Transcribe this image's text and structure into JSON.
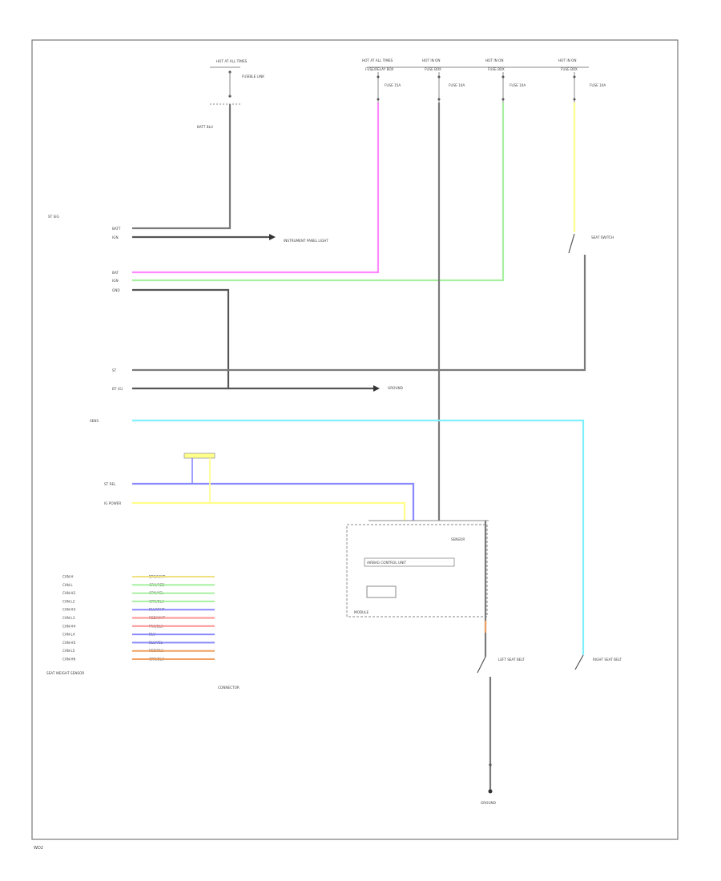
{
  "diagram": {
    "footer_code": "WD2",
    "colors": {
      "border": "#555555",
      "pink": "#ff88ff",
      "green": "#a8f0a0",
      "yellow": "#ffff8a",
      "cyan": "#80f0ff",
      "blue": "#8888ff",
      "orange": "#f0a060",
      "red": "#ff9090",
      "black": "#777777"
    },
    "fuse_boxes": [
      {
        "id": "f1",
        "head": "HOT AT ALL TIMES",
        "sub": "FUSE/RELAY BOX",
        "desc": "FUSE 15A"
      },
      {
        "id": "f2",
        "head": "HOT IN ON",
        "sub": "FUSE BOX",
        "desc": "FUSE 10A"
      },
      {
        "id": "f3",
        "head": "HOT IN ON",
        "sub": "FUSE BOX",
        "desc": "FUSE 10A"
      },
      {
        "id": "f4",
        "head": "HOT IN ON",
        "sub": "FUSE BOX",
        "desc": "FUSE 10A"
      }
    ],
    "top_left_block": {
      "head": "HOT AT ALL TIMES",
      "desc": "FUSIBLE LINK",
      "wire": "BATT BLU"
    },
    "left_connector_labels": [
      "BATT",
      "IGN",
      "BAT",
      "IGN",
      "GND",
      "ST",
      "BT (G)",
      "SENS",
      "ST REL",
      "IG POWER",
      "ST SIG"
    ],
    "right_notes": {
      "seat_switch": "SEAT SWITCH",
      "ground_point": "GROUND",
      "instrument_panel": "INSTRUMENT PANEL LIGHT"
    },
    "center_module": {
      "title": "AIRBAG CONTROL UNIT",
      "sub": "MODULE",
      "label": "SENSOR"
    },
    "input_list": [
      {
        "label": "CAN-H",
        "wire": "BRN/WHT"
      },
      {
        "label": "CAN-L",
        "wire": "GRN/RED"
      },
      {
        "label": "CAN-H2",
        "wire": "GRN/YEL"
      },
      {
        "label": "CAN-L2",
        "wire": "GRN/BLU"
      },
      {
        "label": "CAN-H3",
        "wire": "BLU/WHT"
      },
      {
        "label": "CAN-L3",
        "wire": "RED/WHT"
      },
      {
        "label": "CAN-H4",
        "wire": "PNK/BLK"
      },
      {
        "label": "CAN-L4",
        "wire": "BLU"
      },
      {
        "label": "CAN-H5",
        "wire": "BLU/YEL"
      },
      {
        "label": "CAN-L5",
        "wire": "RED/BLU"
      },
      {
        "label": "CAN-H6",
        "wire": "ORN/BLK"
      }
    ],
    "bottom_left_note": "SEAT WEIGHT SENSOR",
    "bottom_center_note": "CONNECTOR",
    "bottom_right_notes": {
      "left": "LEFT SEAT BELT",
      "right": "RIGHT SEAT BELT",
      "ground": "GROUND"
    }
  }
}
